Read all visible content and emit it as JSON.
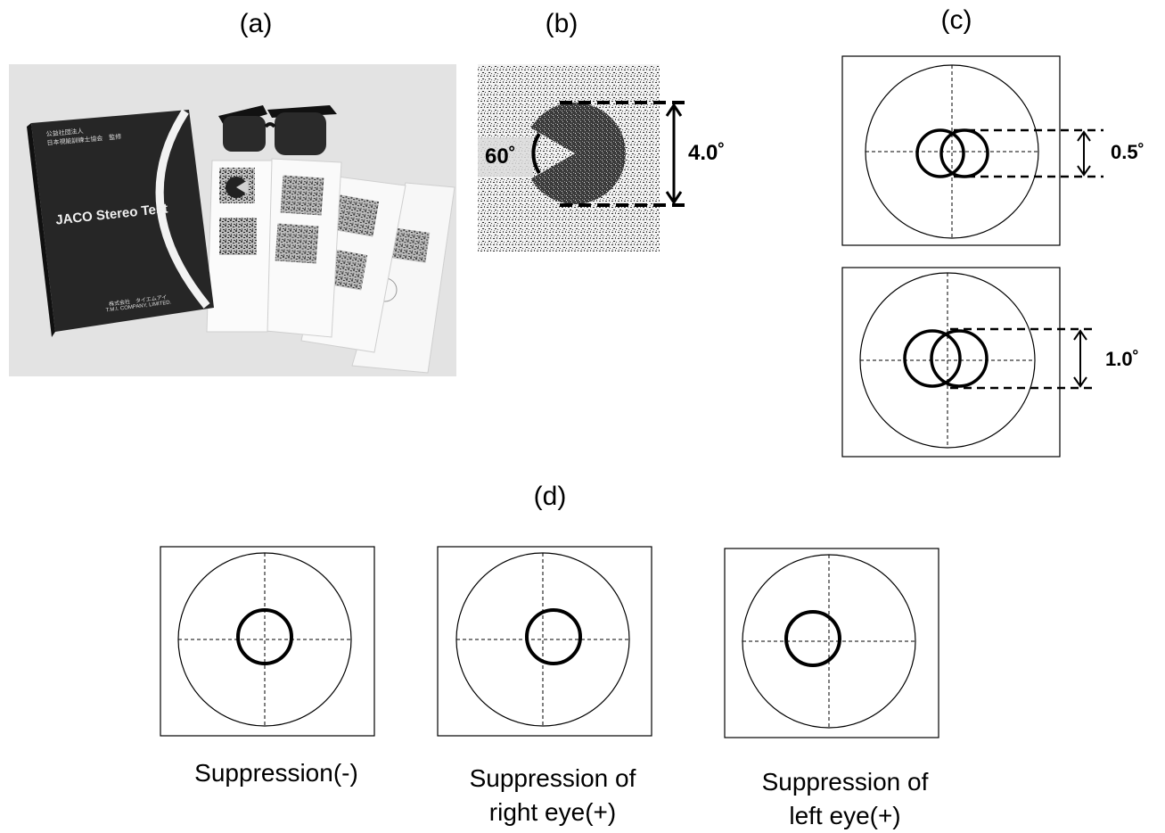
{
  "panels": {
    "a": {
      "label": "(a)"
    },
    "b": {
      "label": "(b)",
      "angle_text": "60˚",
      "size_text": "4.0˚"
    },
    "c": {
      "label": "(c)",
      "top_disparity": "0.5˚",
      "bottom_disparity": "1.0˚"
    },
    "d": {
      "label": "(d)",
      "captions": [
        {
          "line1": "Suppression(-)",
          "line2": ""
        },
        {
          "line1": "Suppression of",
          "line2": "right eye(+)"
        },
        {
          "line1": "Suppression of",
          "line2": "left eye(+)"
        }
      ]
    }
  },
  "photo": {
    "box_title": "JACO Stereo Test",
    "box_publisher": "T.M.I. COMPANY, LIMITED.",
    "box_header_line1": "公益社団法人",
    "box_header_line2": "日本視能訓練士協会　監修",
    "box_company_jp": "株式会社　タイエムアイ"
  }
}
